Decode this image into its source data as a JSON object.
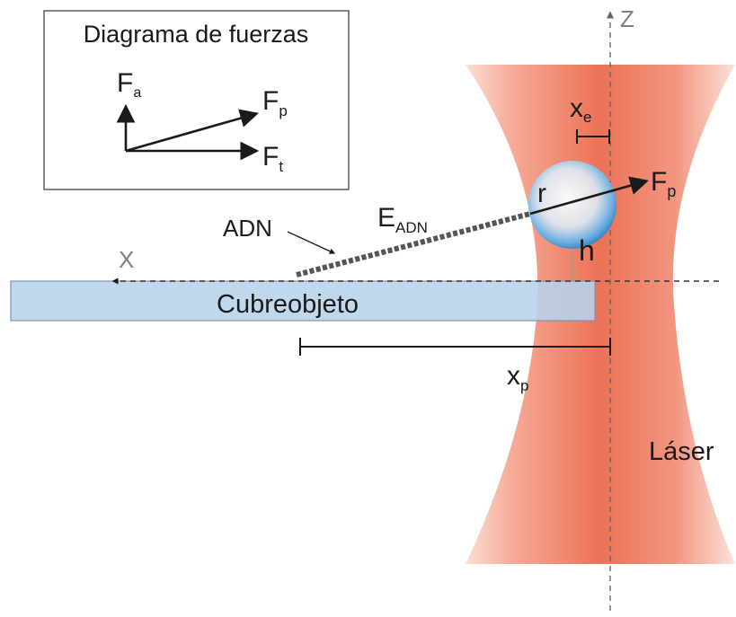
{
  "inset": {
    "title": "Diagrama de fuerzas",
    "fa_main": "F",
    "fa_sub": "a",
    "fp_main": "F",
    "fp_sub": "p",
    "ft_main": "F",
    "ft_sub": "t"
  },
  "axes": {
    "x_label": "X",
    "z_label": "Z"
  },
  "labels": {
    "coverslip": "Cubreobjeto",
    "dna": "ADN",
    "edna_main": "E",
    "edna_sub": "ADN",
    "radius": "r",
    "height": "h",
    "fp_main": "F",
    "fp_sub": "p",
    "xe_main": "x",
    "xe_sub": "e",
    "xp_main": "x",
    "xp_sub": "p",
    "laser": "Láser"
  },
  "colors": {
    "laser_edge": "#f9d3c6",
    "laser_core": "#ee7a5e",
    "coverslip_fill": "#b7d3ec",
    "coverslip_stroke": "#7f96ad",
    "bead_center": "#ffffff",
    "bead_edge": "#3d8fd1",
    "dna": "#555555",
    "ink": "#1a1a1a",
    "axis_gray": "#808080"
  }
}
